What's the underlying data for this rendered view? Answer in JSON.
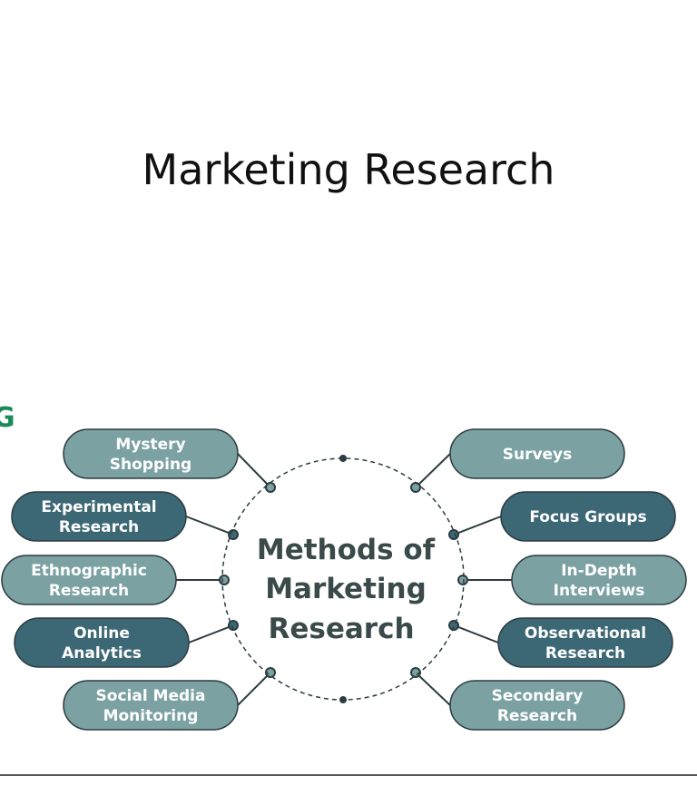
{
  "title": "Marketing Research",
  "center_label": [
    "Methods of",
    "Marketing",
    "Research"
  ],
  "logo_text": "G",
  "colors": {
    "light": "#7ba1a3",
    "dark": "#3c6775",
    "outline": "#2c3c40",
    "brand": "#1a8a58"
  },
  "methods_left": [
    {
      "lines": [
        "Mystery",
        "Shopping"
      ],
      "tone": "light"
    },
    {
      "lines": [
        "Experimental",
        "Research"
      ],
      "tone": "dark"
    },
    {
      "lines": [
        "Ethnographic",
        "Research"
      ],
      "tone": "light"
    },
    {
      "lines": [
        "Online",
        "Analytics"
      ],
      "tone": "dark"
    },
    {
      "lines": [
        "Social Media",
        "Monitoring"
      ],
      "tone": "light"
    }
  ],
  "methods_right": [
    {
      "lines": [
        "Surveys"
      ],
      "tone": "light"
    },
    {
      "lines": [
        "Focus Groups"
      ],
      "tone": "dark"
    },
    {
      "lines": [
        "In-Depth",
        "Interviews"
      ],
      "tone": "light"
    },
    {
      "lines": [
        "Observational",
        "Research"
      ],
      "tone": "dark"
    },
    {
      "lines": [
        "Secondary",
        "Research"
      ],
      "tone": "light"
    }
  ]
}
